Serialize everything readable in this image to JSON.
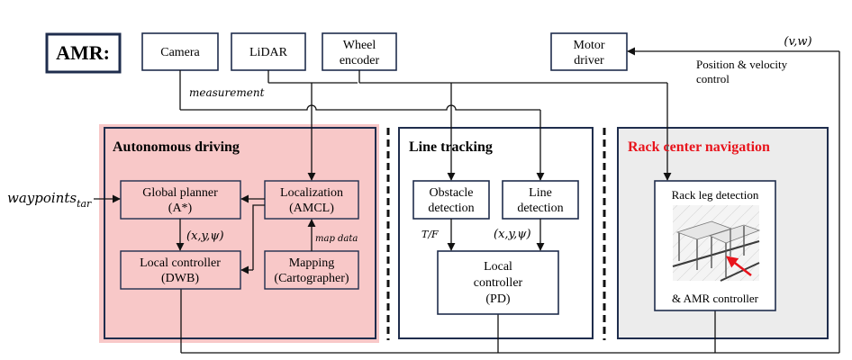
{
  "header": {
    "amr_label": "AMR:"
  },
  "sensors": {
    "camera": "Camera",
    "lidar": "LiDAR",
    "wheel_encoder": [
      "Wheel",
      "encoder"
    ],
    "motor_driver": [
      "Motor",
      "driver"
    ]
  },
  "signals": {
    "measurement": "measurement",
    "v_w": "(v,w)",
    "position_velocity": [
      "Position & velocity",
      "control"
    ],
    "waypoints": "waypoints",
    "waypoints_sub": "tar",
    "pose_ad": "(x,y,ψ)",
    "pose_lt": "(x,y,ψ)",
    "map_data": "map data",
    "tf": "T/F"
  },
  "autonomous_driving": {
    "title": "Autonomous driving",
    "global_planner": [
      "Global planner",
      "(A*)"
    ],
    "localization": [
      "Localization",
      "(AMCL)"
    ],
    "local_controller": [
      "Local controller",
      "(DWB)"
    ],
    "mapping": [
      "Mapping",
      "(Cartographer)"
    ]
  },
  "line_tracking": {
    "title": "Line tracking",
    "obstacle_detection": [
      "Obstacle",
      "detection"
    ],
    "line_detection": [
      "Line",
      "detection"
    ],
    "local_controller": [
      "Local",
      "controller",
      "(PD)"
    ]
  },
  "rack_center": {
    "title": "Rack center navigation",
    "title_color": "#e8141c",
    "rack_leg_detection": "Rack leg detection",
    "amr_controller": "& AMR controller"
  },
  "colors": {
    "navy": "#1f2d4d",
    "pink_panel": "#f8c8c8",
    "gray_panel": "#ececec",
    "accent_red": "#e8141c"
  }
}
